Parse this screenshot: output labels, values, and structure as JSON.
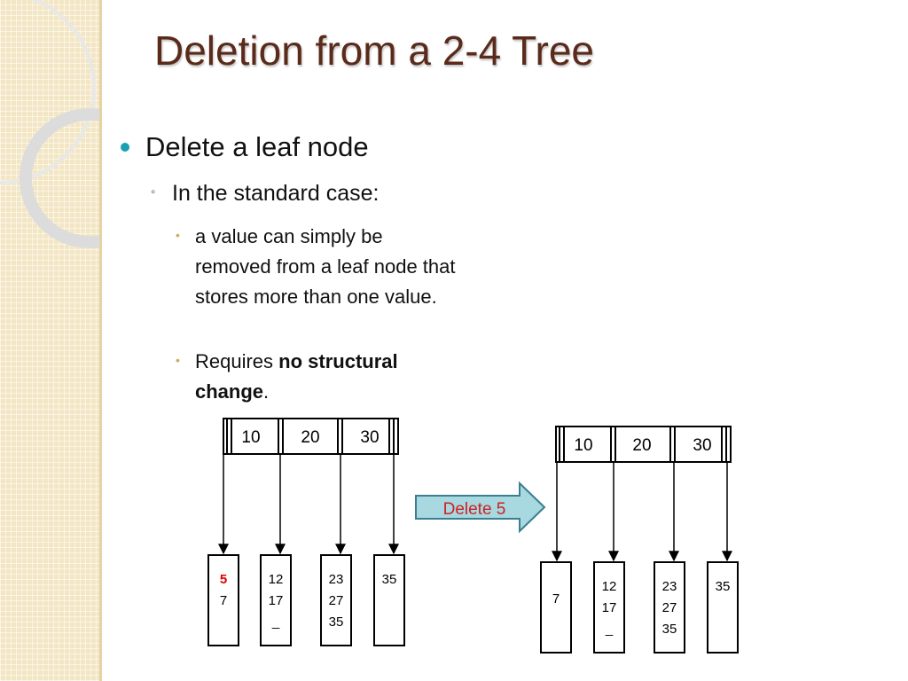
{
  "slide": {
    "title": "Deletion from a 2-4 Tree",
    "bullet1": "Delete a leaf node",
    "bullet2": "In the standard case:",
    "bullet3a": "a value can simply be removed from a leaf node that stores more than one value.",
    "bullet3b_prefix": "Requires ",
    "bullet3b_bold": "no structural change",
    "bullet3b_suffix": ".",
    "bullet_color": "#1aa0b0",
    "title_color": "#5a2a1a"
  },
  "diagram": {
    "operation_label": "Delete 5",
    "operation_color": "#cc2222",
    "arrow_fill": "#a8d8e0",
    "before": {
      "root": [
        "10",
        "20",
        "30"
      ],
      "leaves": [
        [
          "5",
          "7"
        ],
        [
          "12",
          "17",
          "_"
        ],
        [
          "23",
          "27",
          "35"
        ],
        [
          "35"
        ]
      ],
      "highlight": "5"
    },
    "after": {
      "root": [
        "10",
        "20",
        "30"
      ],
      "leaves": [
        [
          "7"
        ],
        [
          "12",
          "17",
          "_"
        ],
        [
          "23",
          "27",
          "35"
        ],
        [
          "35"
        ]
      ]
    }
  }
}
